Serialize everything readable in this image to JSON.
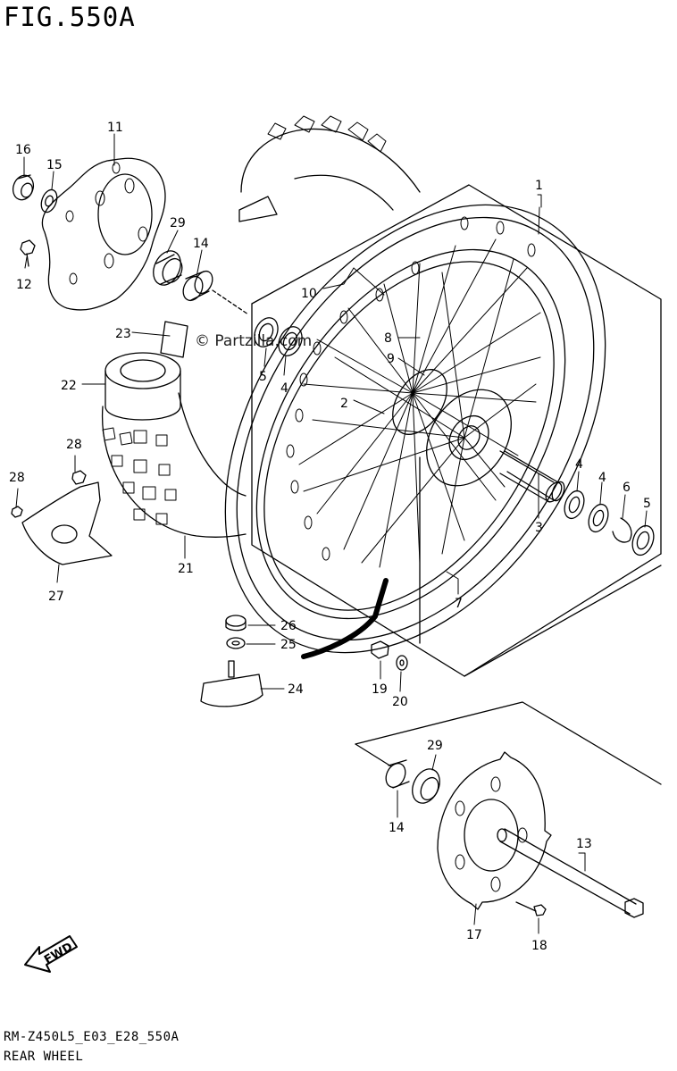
{
  "figure": {
    "title": "FIG.550A",
    "model_code": "RM-Z450L5_E03_E28_550A",
    "section_name": "REAR WHEEL",
    "watermark": "© Partzilla.com"
  },
  "callouts": [
    {
      "id": "c1",
      "label": "1",
      "part": "rear-wheel-assembly"
    },
    {
      "id": "c2",
      "label": "2",
      "part": "hub"
    },
    {
      "id": "c3",
      "label": "3",
      "part": "spacer"
    },
    {
      "id": "c4a",
      "label": "4",
      "part": "bearing"
    },
    {
      "id": "c4b",
      "label": "4",
      "part": "bearing"
    },
    {
      "id": "c4c",
      "label": "4",
      "part": "bearing"
    },
    {
      "id": "c5a",
      "label": "5",
      "part": "oil-seal"
    },
    {
      "id": "c5b",
      "label": "5",
      "part": "oil-seal"
    },
    {
      "id": "c6",
      "label": "6",
      "part": "circlip"
    },
    {
      "id": "c7",
      "label": "7",
      "part": "rim"
    },
    {
      "id": "c8",
      "label": "8",
      "part": "spoke-set"
    },
    {
      "id": "c9",
      "label": "9",
      "part": "spoke-set"
    },
    {
      "id": "c10",
      "label": "10",
      "part": "nipple"
    },
    {
      "id": "c11",
      "label": "11",
      "part": "brake-disc"
    },
    {
      "id": "c12",
      "label": "12",
      "part": "disc-bolt"
    },
    {
      "id": "c13",
      "label": "13",
      "part": "axle"
    },
    {
      "id": "c14a",
      "label": "14",
      "part": "spacer-collar"
    },
    {
      "id": "c14b",
      "label": "14",
      "part": "spacer-collar"
    },
    {
      "id": "c15",
      "label": "15",
      "part": "washer"
    },
    {
      "id": "c16",
      "label": "16",
      "part": "spacer"
    },
    {
      "id": "c17",
      "label": "17",
      "part": "sprocket"
    },
    {
      "id": "c18",
      "label": "18",
      "part": "sprocket-bolt"
    },
    {
      "id": "c19",
      "label": "19",
      "part": "nut"
    },
    {
      "id": "c20",
      "label": "20",
      "part": "washer"
    },
    {
      "id": "c21",
      "label": "21",
      "part": "tire"
    },
    {
      "id": "c22",
      "label": "22",
      "part": "tube"
    },
    {
      "id": "c23",
      "label": "23",
      "part": "rim-band"
    },
    {
      "id": "c24",
      "label": "24",
      "part": "bead-stopper"
    },
    {
      "id": "c25",
      "label": "25",
      "part": "washer"
    },
    {
      "id": "c26",
      "label": "26",
      "part": "nut"
    },
    {
      "id": "c27",
      "label": "27",
      "part": "disc-guard"
    },
    {
      "id": "c28a",
      "label": "28",
      "part": "bolt"
    },
    {
      "id": "c28b",
      "label": "28",
      "part": "bolt"
    },
    {
      "id": "c29a",
      "label": "29",
      "part": "dust-seal"
    },
    {
      "id": "c29b",
      "label": "29",
      "part": "dust-seal"
    }
  ],
  "fwd_arrow": {
    "label": "FWD"
  },
  "colors": {
    "line": "#000000",
    "background": "#ffffff"
  }
}
